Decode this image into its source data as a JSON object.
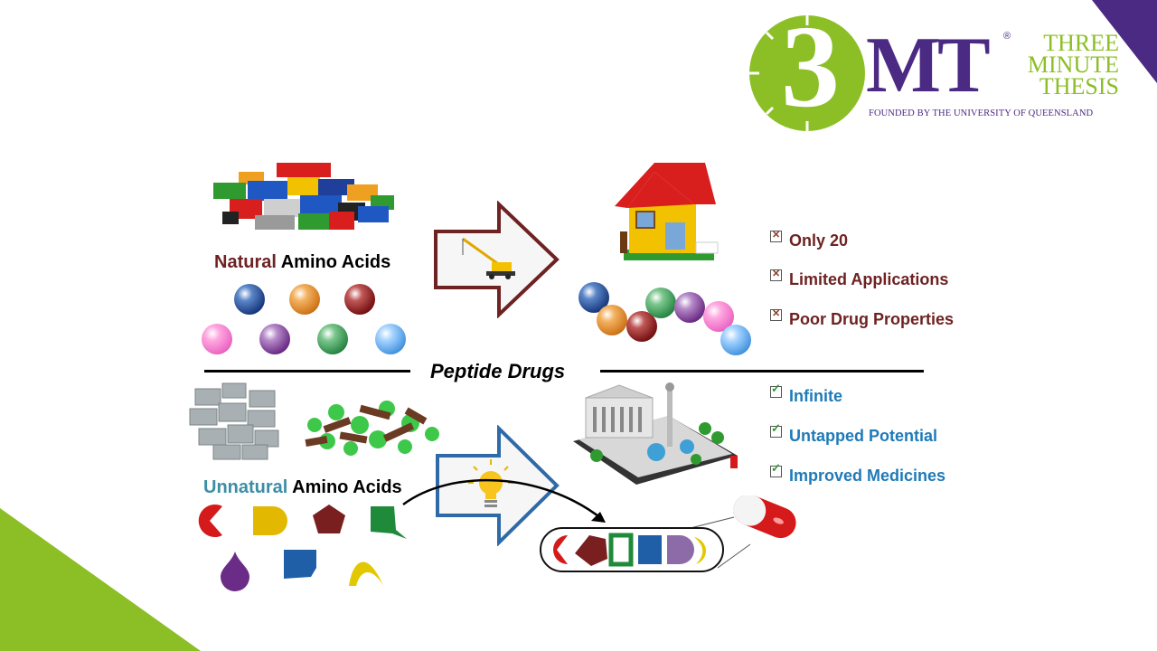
{
  "logo": {
    "number": "3",
    "mt": "MT",
    "registered": "®",
    "line1": "THREE",
    "line2": "MINUTE",
    "line3": "THESIS",
    "founded": "FOUNDED BY THE UNIVERSITY OF QUEENSLAND"
  },
  "colors": {
    "natural": "#6e2222",
    "unnatural": "#3b8ea5",
    "negative_text": "#6e2222",
    "positive_text": "#1f7ab8",
    "logo_green": "#8cbf26",
    "logo_purple": "#4b2a84"
  },
  "top": {
    "natural_word": "Natural",
    "amino_acids": "Amino Acids",
    "items": [
      "Only 20",
      "Limited Applications",
      "Poor Drug Properties"
    ],
    "item_icon": "x-box-icon"
  },
  "divider_title": "Peptide Drugs",
  "bottom": {
    "unnatural_word": "Unnatural",
    "amino_acids": "Amino Acids",
    "items": [
      "Infinite",
      "Untapped Potential",
      "Improved Medicines"
    ],
    "item_icon": "check-box-icon"
  }
}
